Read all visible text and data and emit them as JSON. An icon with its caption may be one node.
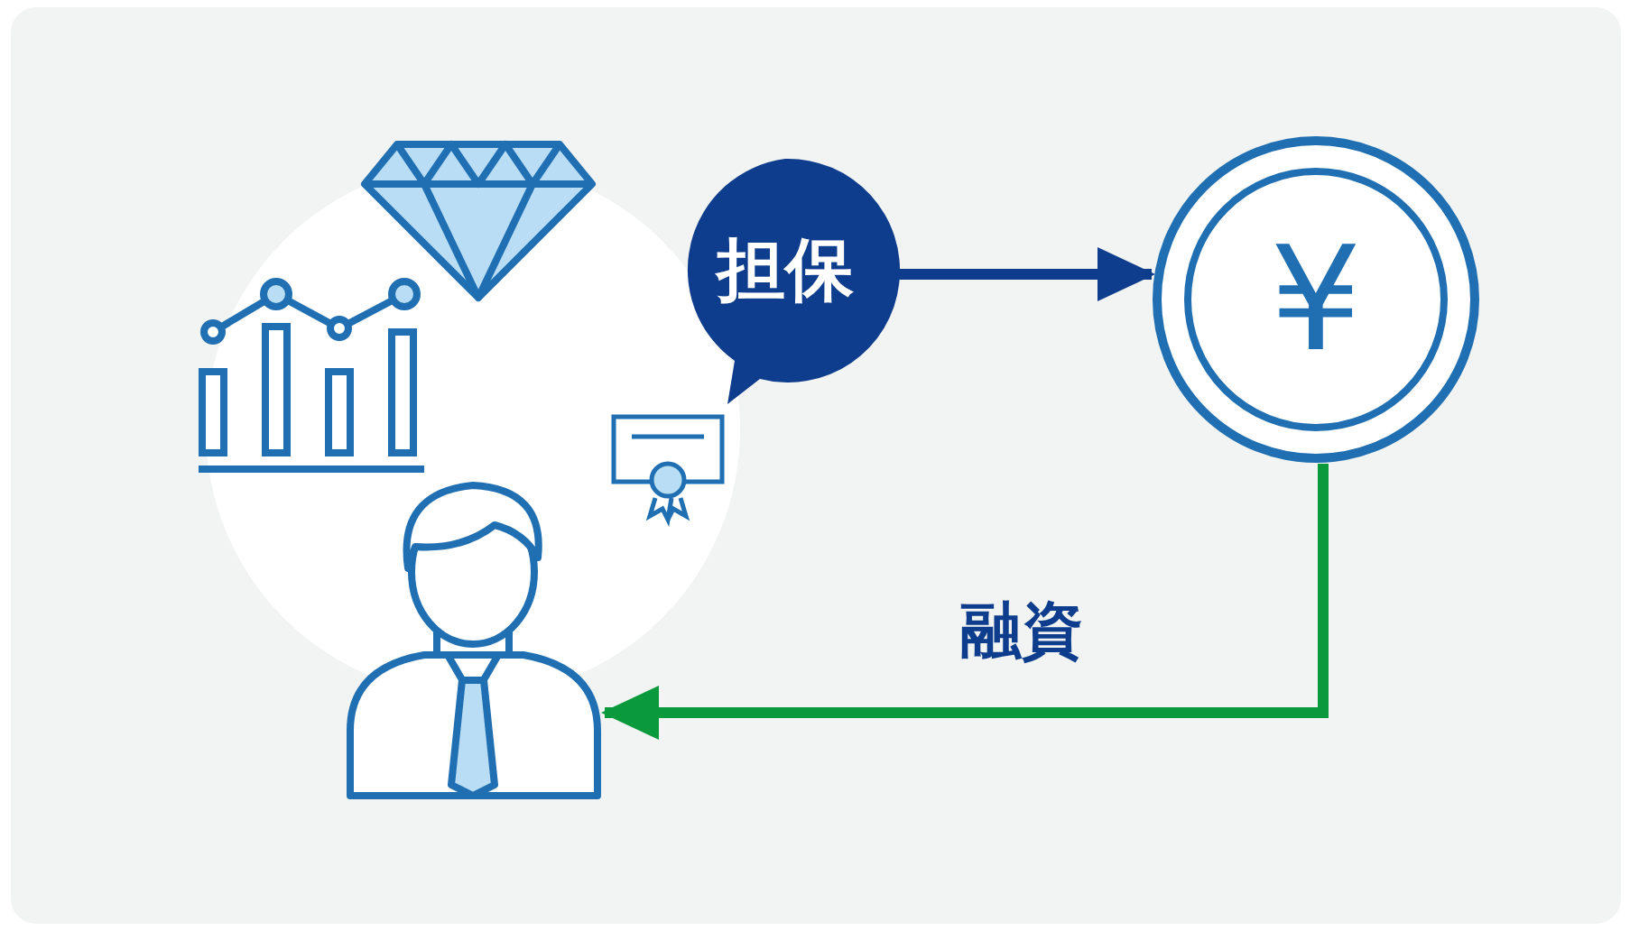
{
  "diagram": {
    "nodes": [
      {
        "text": [
          "担保"
        ]
      },
      {
        "text": [
          "¥"
        ]
      },
      {
        "text": [],
        "shape": "person"
      }
    ],
    "edges": [
      {
        "from": 0,
        "to": 1,
        "arrow": "to"
      },
      {
        "from": 1,
        "to": 2,
        "arrow": "to",
        "label": "融資",
        "color": "#0a9a3c"
      }
    ]
  }
}
